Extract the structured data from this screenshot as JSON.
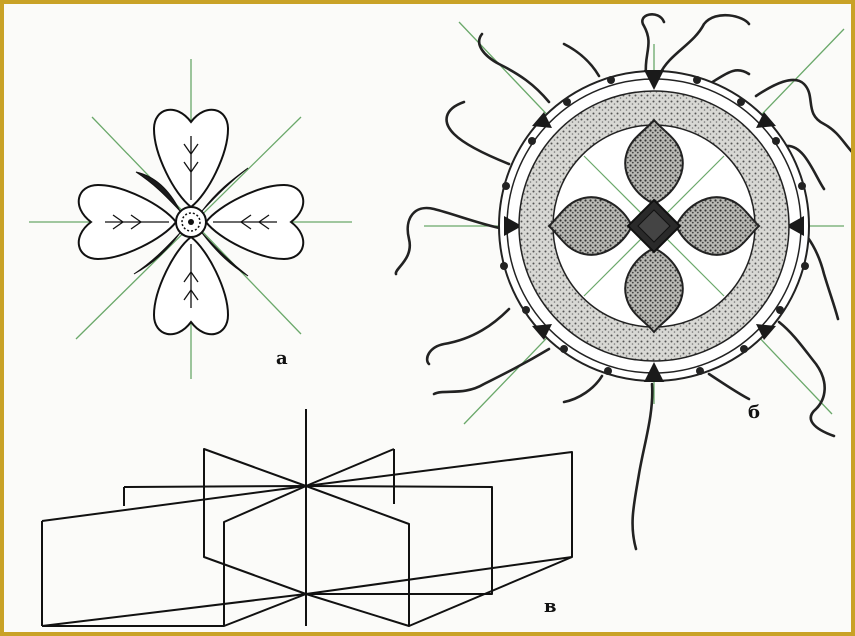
{
  "figure": {
    "labels": {
      "a": "а",
      "b": "б",
      "c": "в"
    },
    "colors": {
      "frame": "#c9a227",
      "ink": "#111111",
      "axis": "#6aa86a"
    }
  }
}
